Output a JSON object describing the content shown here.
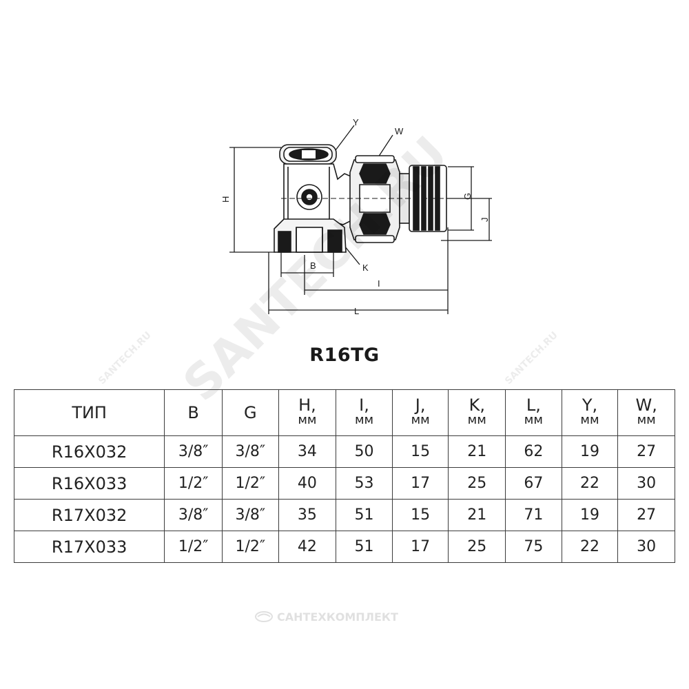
{
  "drawing": {
    "labels": {
      "y": "Y",
      "w": "W",
      "h": "H",
      "g": "G",
      "j": "J",
      "b": "B",
      "k": "K",
      "i": "I",
      "l": "L"
    }
  },
  "title": "R16TG",
  "table": {
    "headers": [
      {
        "name": "ТИП",
        "unit": ""
      },
      {
        "name": "B",
        "unit": ""
      },
      {
        "name": "G",
        "unit": ""
      },
      {
        "name": "H,",
        "unit": "мм"
      },
      {
        "name": "I,",
        "unit": "мм"
      },
      {
        "name": "J,",
        "unit": "мм"
      },
      {
        "name": "K,",
        "unit": "мм"
      },
      {
        "name": "L,",
        "unit": "мм"
      },
      {
        "name": "Y,",
        "unit": "мм"
      },
      {
        "name": "W,",
        "unit": "мм"
      }
    ],
    "rows": [
      [
        "R16X032",
        "3/8″",
        "3/8″",
        "34",
        "50",
        "15",
        "21",
        "62",
        "19",
        "27"
      ],
      [
        "R16X033",
        "1/2″",
        "1/2″",
        "40",
        "53",
        "17",
        "25",
        "67",
        "22",
        "30"
      ],
      [
        "R17X032",
        "3/8″",
        "3/8″",
        "35",
        "51",
        "15",
        "21",
        "71",
        "19",
        "27"
      ],
      [
        "R17X033",
        "1/2″",
        "1/2″",
        "42",
        "51",
        "17",
        "25",
        "75",
        "22",
        "30"
      ]
    ]
  },
  "watermarks": {
    "main": "SANTECH.RU",
    "small": "SANTECH.RU",
    "footer": "САНТЕХКОМПЛЕКТ"
  }
}
